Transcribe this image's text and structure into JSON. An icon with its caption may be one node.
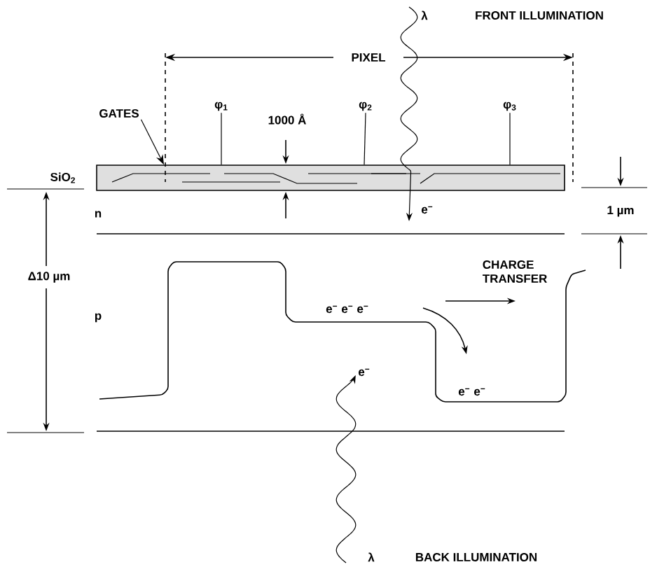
{
  "diagram": {
    "nodes": [
      {
        "text": [
          "GATES"
        ]
      },
      {
        "text": [
          "φ$_{1}$"
        ]
      },
      {
        "text": [
          "φ$_{2}$"
        ]
      },
      {
        "text": [
          "φ$_{3}$"
        ]
      },
      {
        "text": [],
        "shape": "bar"
      }
    ],
    "edges": [
      {
        "from": 0,
        "to": 4,
        "arrow": "to"
      },
      {
        "from": 1,
        "to": 4,
        "arrow": "none"
      },
      {
        "from": 2,
        "to": 4,
        "arrow": "none"
      },
      {
        "from": 3,
        "to": 4,
        "arrow": "none"
      }
    ],
    "labels": [
      "λ",
      "FRONT ILLUMINATION",
      "PIXEL",
      "1000 Å",
      "SiO$_{2}$",
      "n",
      "e$^{−}$",
      "1 µm",
      "Δ10 µm",
      "CHARGE TRANSFER",
      "p",
      "e$^{−}$ e$^{−}$ e$^{−}$",
      "e$^{−}$",
      "e$^{−}$ e$^{−}$",
      "λ",
      "BACK ILLUMINATION"
    ]
  }
}
